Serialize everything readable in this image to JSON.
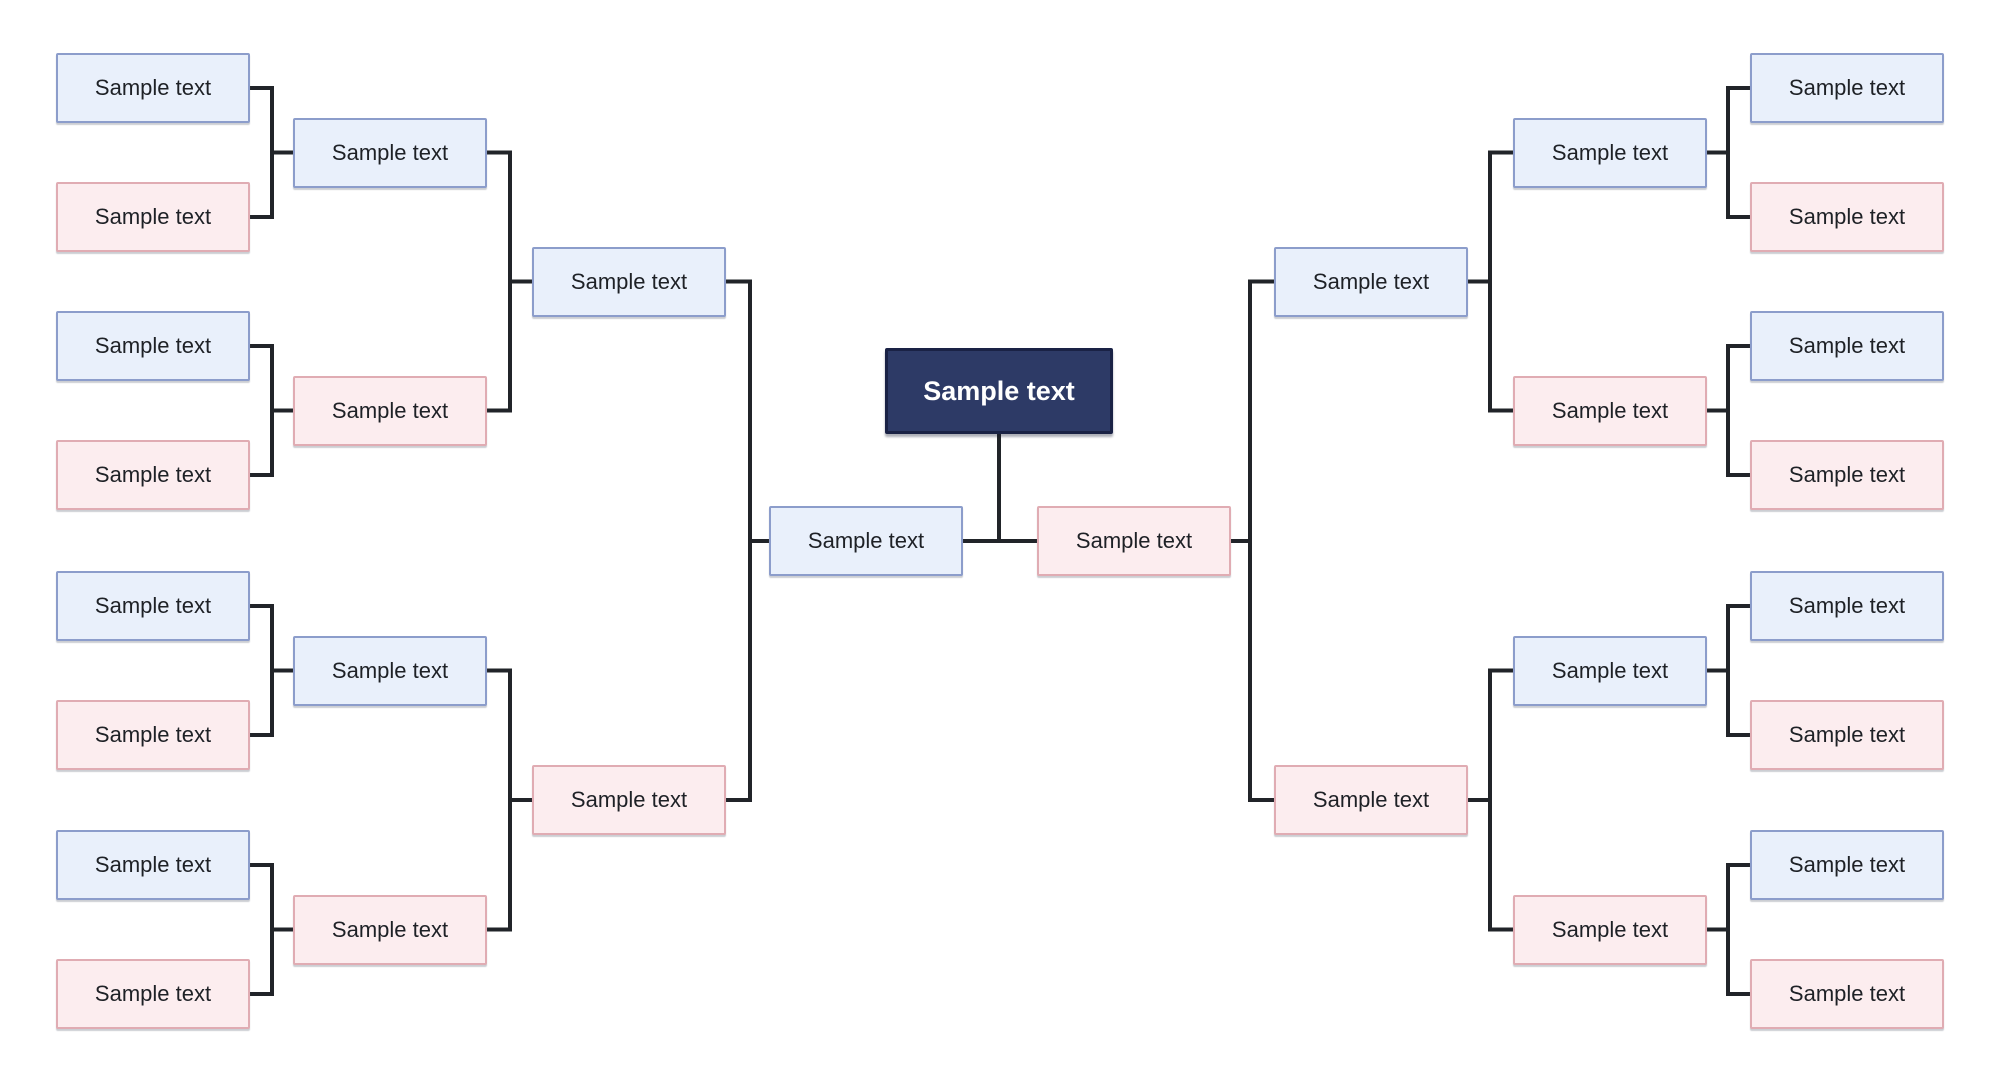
{
  "colors": {
    "background": "#ffffff",
    "blue_fill": "#e9f0fb",
    "blue_border": "#8c9dcb",
    "pink_fill": "#fcedef",
    "pink_border": "#e0acb3",
    "navy_fill": "#2d3a66",
    "navy_border": "#1a2245",
    "line": "#212429",
    "text": "#1e2126",
    "champion_text": "#ffffff"
  },
  "bracket": {
    "champion": {
      "label": "Sample text",
      "variant": "navy"
    },
    "left": {
      "final": {
        "label": "Sample text",
        "variant": "blue"
      },
      "semifinals": [
        {
          "label": "Sample text",
          "variant": "blue"
        },
        {
          "label": "Sample text",
          "variant": "pink"
        }
      ],
      "quarterfinals": [
        {
          "label": "Sample text",
          "variant": "blue"
        },
        {
          "label": "Sample text",
          "variant": "pink"
        },
        {
          "label": "Sample text",
          "variant": "blue"
        },
        {
          "label": "Sample text",
          "variant": "pink"
        }
      ],
      "round1": [
        {
          "label": "Sample text",
          "variant": "blue"
        },
        {
          "label": "Sample text",
          "variant": "pink"
        },
        {
          "label": "Sample text",
          "variant": "blue"
        },
        {
          "label": "Sample text",
          "variant": "pink"
        },
        {
          "label": "Sample text",
          "variant": "blue"
        },
        {
          "label": "Sample text",
          "variant": "pink"
        },
        {
          "label": "Sample text",
          "variant": "blue"
        },
        {
          "label": "Sample text",
          "variant": "pink"
        }
      ]
    },
    "right": {
      "final": {
        "label": "Sample text",
        "variant": "pink"
      },
      "semifinals": [
        {
          "label": "Sample text",
          "variant": "blue"
        },
        {
          "label": "Sample text",
          "variant": "pink"
        }
      ],
      "quarterfinals": [
        {
          "label": "Sample text",
          "variant": "blue"
        },
        {
          "label": "Sample text",
          "variant": "pink"
        },
        {
          "label": "Sample text",
          "variant": "blue"
        },
        {
          "label": "Sample text",
          "variant": "pink"
        }
      ],
      "round1": [
        {
          "label": "Sample text",
          "variant": "blue"
        },
        {
          "label": "Sample text",
          "variant": "pink"
        },
        {
          "label": "Sample text",
          "variant": "blue"
        },
        {
          "label": "Sample text",
          "variant": "pink"
        },
        {
          "label": "Sample text",
          "variant": "blue"
        },
        {
          "label": "Sample text",
          "variant": "pink"
        },
        {
          "label": "Sample text",
          "variant": "blue"
        },
        {
          "label": "Sample text",
          "variant": "pink"
        }
      ]
    }
  }
}
